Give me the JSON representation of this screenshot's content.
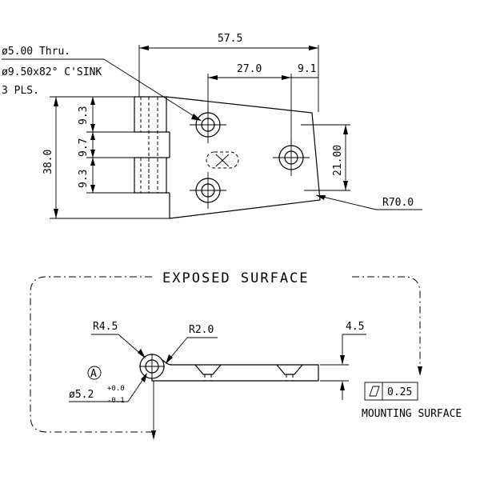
{
  "hole_note": {
    "line1": "ø5.00 Thru.",
    "line2": "ø9.50x82° C'SINK",
    "line3": "3 PLS."
  },
  "dimensions": {
    "overall_length": "57.5",
    "hole_spacing": "27.0",
    "edge_offset": "9.1",
    "height": "38.0",
    "segment_top": "9.3",
    "segment_middle": "9.7",
    "segment_bottom": "9.3",
    "hole_pitch": "21.00",
    "edge_radius": "R70.0"
  },
  "side_view": {
    "title": "EXPOSED SURFACE",
    "knuckle_radius": "R4.5",
    "fillet_radius": "R2.0",
    "thickness": "4.5",
    "pin_dia": "ø5.2",
    "pin_tol_upper": "+0.0",
    "pin_tol_lower": "-0.1",
    "datum": "A",
    "flatness_value": "0.25",
    "mounting_note": "MOUNTING SURFACE"
  }
}
